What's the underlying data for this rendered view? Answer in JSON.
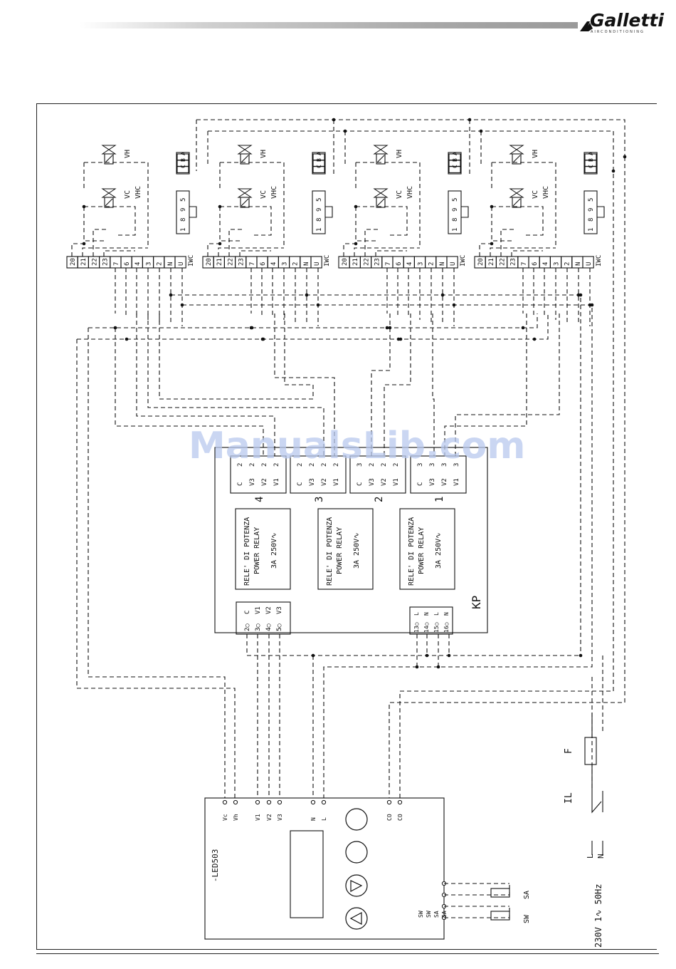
{
  "header": {
    "brand": "Galletti",
    "tagline": "AIRCONDITIONING"
  },
  "watermark": "ManualsLib.com",
  "units": {
    "valves": {
      "vh": "VH",
      "vc": "VC",
      "vhc": "VHC"
    },
    "sensor_box": [
      "C",
      "B",
      "A"
    ],
    "sensor_box2": [
      "1",
      "8",
      "9",
      "5"
    ],
    "terminal_pins": [
      "20",
      "21",
      "22",
      "23",
      "7",
      "6",
      "4",
      "3",
      "2",
      "N",
      "U"
    ],
    "terminal_name": "IWC"
  },
  "kp": {
    "label": "KP",
    "relay": {
      "line1": "RELE' DI POTENZA",
      "line2": "POWER RELAY",
      "line3": "3A 250V∿"
    },
    "connectors": [
      {
        "number": "4",
        "rows": [
          [
            "C",
            "2"
          ],
          [
            "V3",
            "2"
          ],
          [
            "V2",
            "2"
          ],
          [
            "V1",
            "2"
          ]
        ]
      },
      {
        "number": "3",
        "rows": [
          [
            "C",
            "2"
          ],
          [
            "V3",
            "2"
          ],
          [
            "V2",
            "2"
          ],
          [
            "V1",
            "2"
          ]
        ]
      },
      {
        "number": "2",
        "rows": [
          [
            "C",
            "3"
          ],
          [
            "V3",
            "2"
          ],
          [
            "V2",
            "2"
          ],
          [
            "V1",
            "2"
          ]
        ]
      },
      {
        "number": "1",
        "rows": [
          [
            "C",
            "3"
          ],
          [
            "V3",
            "3"
          ],
          [
            "V2",
            "3"
          ],
          [
            "V1",
            "3"
          ]
        ]
      }
    ],
    "input_block": [
      [
        "2○",
        "C"
      ],
      [
        "3○",
        "V1"
      ],
      [
        "4○",
        "V2"
      ],
      [
        "5○",
        "V3"
      ]
    ],
    "power_block": [
      [
        "13○",
        "L"
      ],
      [
        "14○",
        "N"
      ],
      [
        "15○",
        "L"
      ],
      [
        "16○",
        "N"
      ]
    ]
  },
  "led": {
    "label": "-LED503",
    "terminals": [
      "Vc",
      "Vh",
      "V1",
      "V2",
      "V3",
      "N",
      "L",
      "CO",
      "CO"
    ],
    "sensor_terms": [
      "SW",
      "SW",
      "SA",
      "SA"
    ],
    "sensor_sa": "SA",
    "sensor_sw": "SW"
  },
  "power": {
    "switch": "IL",
    "fuse": "F",
    "supply": "230V  1∿  50Hz",
    "l": "L",
    "n": "N"
  }
}
